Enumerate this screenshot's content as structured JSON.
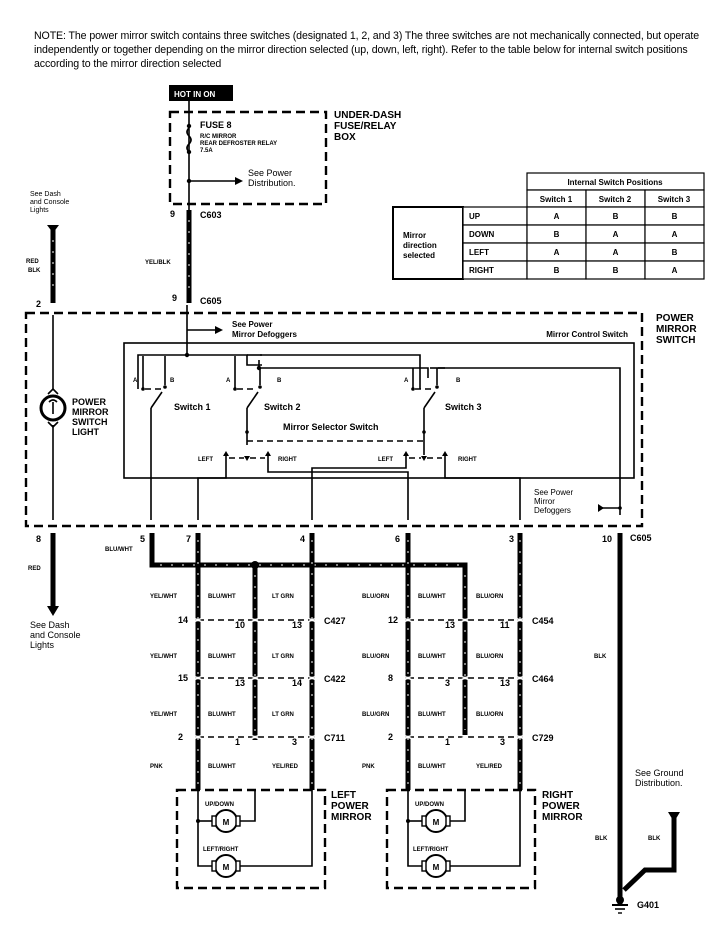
{
  "note": "NOTE: The power mirror switch contains three switches (designated 1, 2, and 3) The three switches are not mechanically connected, but operate independently or together depending on the mirror direction selected (up, down, left, right). Refer to the table below for internal switch positions according to the mirror direction selected",
  "fuse_box": {
    "hot_label": "HOT IN ON",
    "fuse": "FUSE 8",
    "fuse_desc_1": "R/C MIRROR",
    "fuse_desc_2": "REAR DEFROSTER RELAY",
    "fuse_rating": "7.5A",
    "see_power_1": "See Power",
    "see_power_2": "Distribution.",
    "box_label_1": "UNDER-DASH",
    "box_label_2": "FUSE/RELAY",
    "box_label_3": "BOX",
    "pin": "9",
    "connector": "C603"
  },
  "table": {
    "group_header": "Internal Switch Positions",
    "columns": [
      "Switch 1",
      "Switch 2",
      "Switch 3"
    ],
    "row_header_1": "Mirror",
    "row_header_2": "direction",
    "row_header_3": "selected",
    "rows": [
      {
        "direction": "UP",
        "values": [
          "A",
          "B",
          "B"
        ]
      },
      {
        "direction": "DOWN",
        "values": [
          "B",
          "A",
          "A"
        ]
      },
      {
        "direction": "LEFT",
        "values": [
          "A",
          "A",
          "B"
        ]
      },
      {
        "direction": "RIGHT",
        "values": [
          "B",
          "B",
          "A"
        ]
      }
    ]
  },
  "left_top": {
    "see_1": "See Dash",
    "see_2": "and Console",
    "see_3": "Lights",
    "wire_color_1": "RED",
    "wire_color_2": "BLK",
    "pin": "2",
    "feed_wire": "YEL/BLK",
    "feed_pin": "9",
    "feed_connector": "C605"
  },
  "switch_assembly": {
    "label_1": "POWER",
    "label_2": "MIRROR",
    "label_3": "SWITCH",
    "see_defog_1": "See Power",
    "see_defog_2": "Mirror Defoggers",
    "control_switch": "Mirror Control Switch",
    "light_1": "POWER",
    "light_2": "MIRROR",
    "light_3": "SWITCH",
    "light_4": "LIGHT",
    "switch1": "Switch 1",
    "switch2": "Switch 2",
    "switch3": "Switch 3",
    "pos_a": "A",
    "pos_b": "B",
    "selector": "Mirror Selector Switch",
    "left": "LEFT",
    "right": "RIGHT",
    "see_defog_r1": "See Power",
    "see_defog_r2": "Mirror",
    "see_defog_r3": "Defoggers"
  },
  "c605_pins": {
    "p8": "8",
    "p5": "5",
    "p7": "7",
    "p4": "4",
    "p6": "6",
    "p3": "3",
    "p10": "10",
    "connector": "C605"
  },
  "wires": {
    "red": "RED",
    "blu_wht": "BLU/WHT",
    "blk": "BLK",
    "left": {
      "row1": [
        "YEL/WHT",
        "BLU/WHT",
        "LT GRN"
      ],
      "row2": [
        "YEL/WHT",
        "BLU/WHT",
        "LT GRN"
      ],
      "row3": [
        "YEL/WHT",
        "BLU/WHT",
        "LT GRN"
      ],
      "row4": [
        "PNK",
        "BLU/WHT",
        "YEL/RED"
      ]
    },
    "right": {
      "row1": [
        "BLU/ORN",
        "BLU/WHT",
        "BLU/ORN"
      ],
      "row2": [
        "BLU/ORN",
        "BLU/WHT",
        "BLU/ORN"
      ],
      "row3": [
        "BLU/GRN",
        "BLU/WHT",
        "BLU/ORN"
      ],
      "row4": [
        "PNK",
        "BLU/WHT",
        "YEL/RED"
      ]
    }
  },
  "connectors_left": [
    {
      "name": "C427",
      "pins": [
        "14",
        "10",
        "13"
      ]
    },
    {
      "name": "C422",
      "pins": [
        "15",
        "13",
        "14"
      ]
    },
    {
      "name": "C711",
      "pins": [
        "2",
        "1",
        "3"
      ]
    }
  ],
  "connectors_right": [
    {
      "name": "C454",
      "pins": [
        "12",
        "13",
        "11"
      ]
    },
    {
      "name": "C464",
      "pins": [
        "8",
        "3",
        "13"
      ]
    },
    {
      "name": "C729",
      "pins": [
        "2",
        "1",
        "3"
      ]
    }
  ],
  "left_dash": {
    "see_1": "See Dash",
    "see_2": "and Console",
    "see_3": "Lights"
  },
  "left_mirror": {
    "label_1": "LEFT",
    "label_2": "POWER",
    "label_3": "MIRROR",
    "updown": "UP/DOWN",
    "leftright": "LEFT/RIGHT",
    "motor": "M"
  },
  "right_mirror": {
    "label_1": "RIGHT",
    "label_2": "POWER",
    "label_3": "MIRROR",
    "updown": "UP/DOWN",
    "leftright": "LEFT/RIGHT",
    "motor": "M"
  },
  "ground": {
    "see_1": "See Ground",
    "see_2": "Distribution.",
    "ground_name": "G401",
    "wire_1": "BLK",
    "wire_2": "BLK"
  }
}
